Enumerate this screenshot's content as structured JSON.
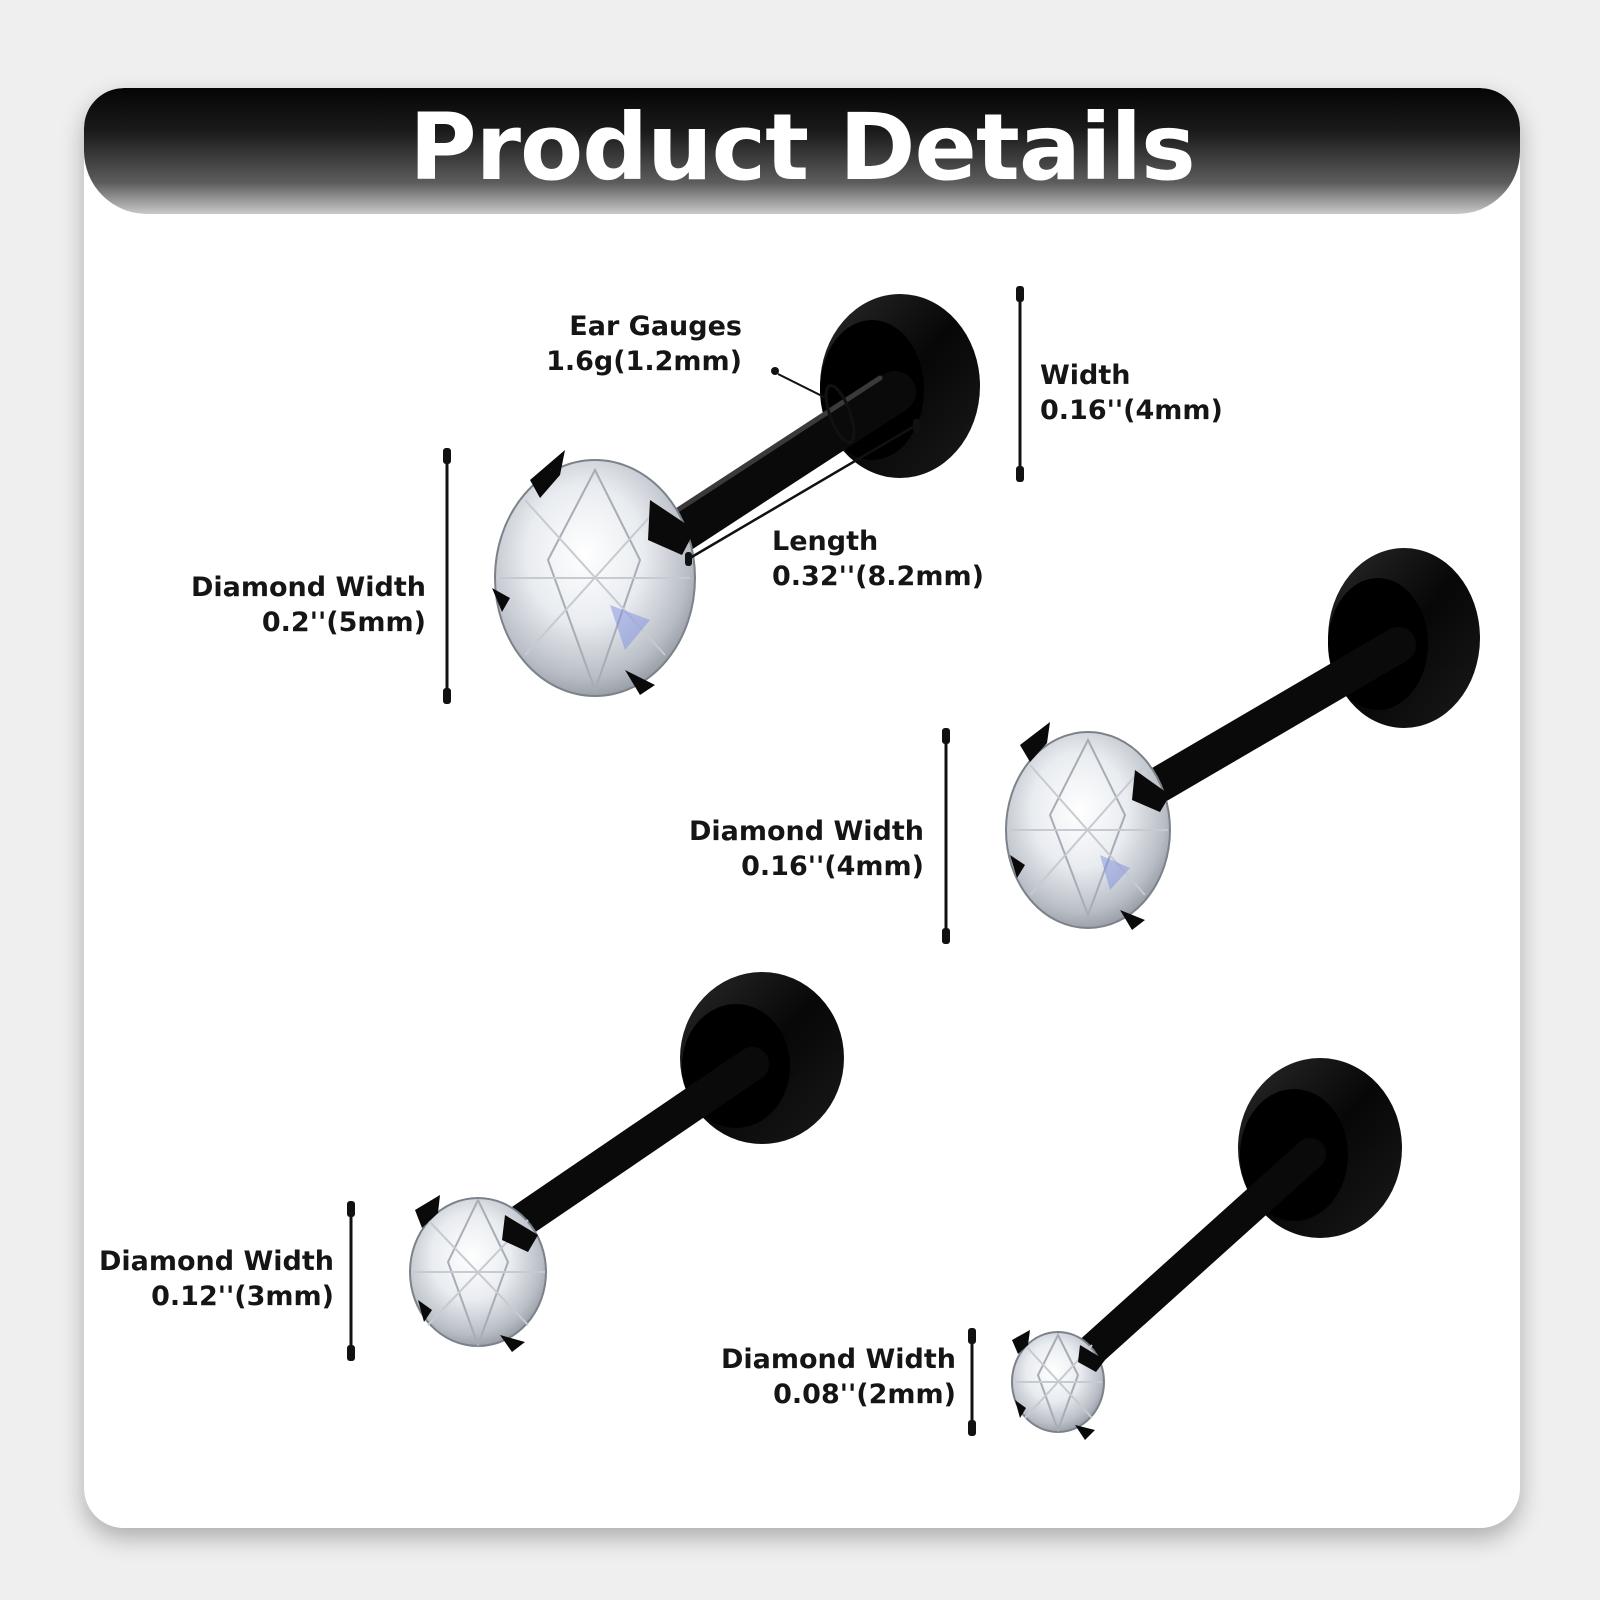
{
  "header": {
    "title": "Product Details"
  },
  "callouts": {
    "ear_gauges": {
      "label": "Ear Gauges",
      "value": "1.6g(1.2mm)"
    },
    "width": {
      "label": "Width",
      "value": "0.16''(4mm)"
    },
    "length": {
      "label": "Length",
      "value": "0.32''(8.2mm)"
    },
    "diamond_5mm": {
      "label": "Diamond Width",
      "value": "0.2''(5mm)"
    },
    "diamond_4mm": {
      "label": "Diamond Width",
      "value": "0.16''(4mm)"
    },
    "diamond_3mm": {
      "label": "Diamond Width",
      "value": "0.12''(3mm)"
    },
    "diamond_2mm": {
      "label": "Diamond Width",
      "value": "0.08''(2mm)"
    }
  },
  "colors": {
    "metal": "#0a0a0a",
    "background": "#ffffff",
    "page": "#efefef",
    "text": "#151515"
  }
}
